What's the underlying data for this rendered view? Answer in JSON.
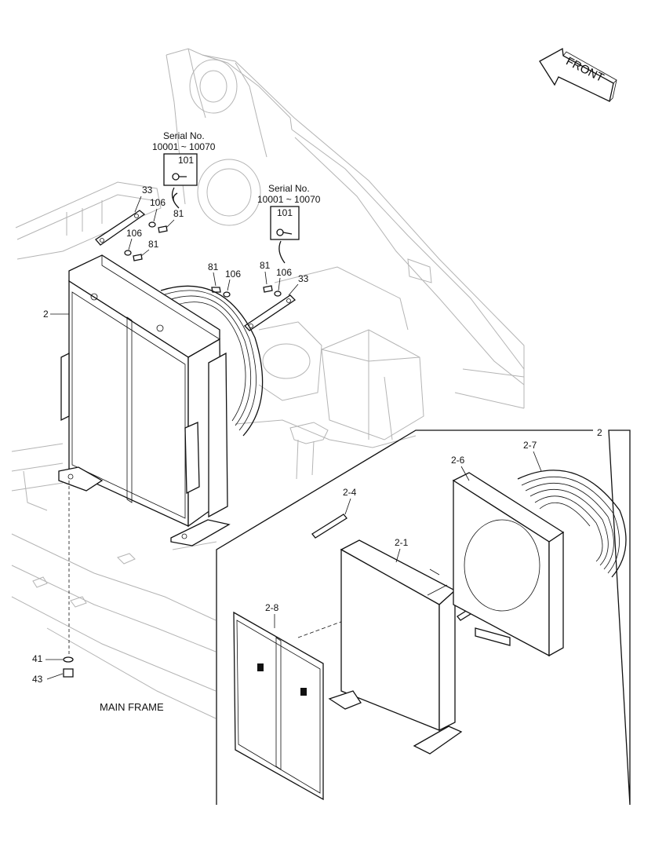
{
  "labels": {
    "front": "FRONT",
    "serial_no_1": "Serial No.",
    "serial_range_1": "10001 ~ 10070",
    "serial_no_2": "Serial No.",
    "serial_range_2": "10001 ~ 10070",
    "part_101_a": "101",
    "part_101_b": "101",
    "part_33_a": "33",
    "part_106_a": "106",
    "part_81_a": "81",
    "part_106_b": "106",
    "part_81_b": "81",
    "part_81_c": "81",
    "part_106_c": "106",
    "part_81_d": "81",
    "part_106_d": "106",
    "part_33_b": "33",
    "part_2_main": "2",
    "part_2_detail": "2",
    "part_2_4_a": "2-4",
    "part_2_4_b": "2-4",
    "part_2_1": "2-1",
    "part_2_6": "2-6",
    "part_2_7": "2-7",
    "part_2_8": "2-8",
    "part_41": "41",
    "part_43": "43",
    "main_frame": "MAIN FRAME"
  }
}
